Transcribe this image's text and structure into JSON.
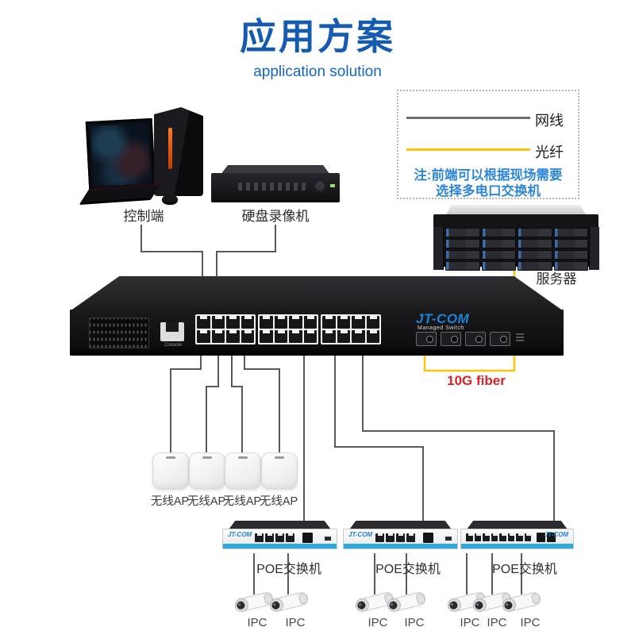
{
  "title": {
    "main": "应用方案",
    "sub": "application solution"
  },
  "legend": {
    "cable_label": "网线",
    "fiber_label": "光纤",
    "note_line1": "注:前端可以根据现场需要",
    "note_line2": "选择多电口交换机"
  },
  "devices": {
    "pc_label": "控制端",
    "dvr_label": "硬盘录像机",
    "server_label": "服务器"
  },
  "core_switch": {
    "brand": "JT-COM",
    "model": "Managed Switch",
    "console_label": "Console"
  },
  "fiber_tag": "10G fiber",
  "aps": [
    {
      "label": "无线AP"
    },
    {
      "label": "无线AP"
    },
    {
      "label": "无线AP"
    },
    {
      "label": "无线AP"
    }
  ],
  "poe_switches": [
    {
      "brand": "JT-COM",
      "label": "POE交换机"
    },
    {
      "brand": "JT-COM",
      "label": "POE交换机"
    },
    {
      "brand": "JT-COM",
      "label": "POE交换机"
    }
  ],
  "cameras": [
    {
      "label": "IPC"
    },
    {
      "label": "IPC"
    },
    {
      "label": "IPC"
    },
    {
      "label": "IPC"
    },
    {
      "label": "IPC"
    },
    {
      "label": "IPC"
    },
    {
      "label": "IPC"
    }
  ],
  "colors": {
    "title_blue": "#155CB0",
    "note_blue": "#2E86D9",
    "fiber_yellow": "#FFC20E",
    "cable_gray": "#5A5A5A",
    "fiber_tag_red": "#D9232A",
    "poe_stripe_blue": "#2BAAE2",
    "logo_blue": "#1E82D2"
  }
}
